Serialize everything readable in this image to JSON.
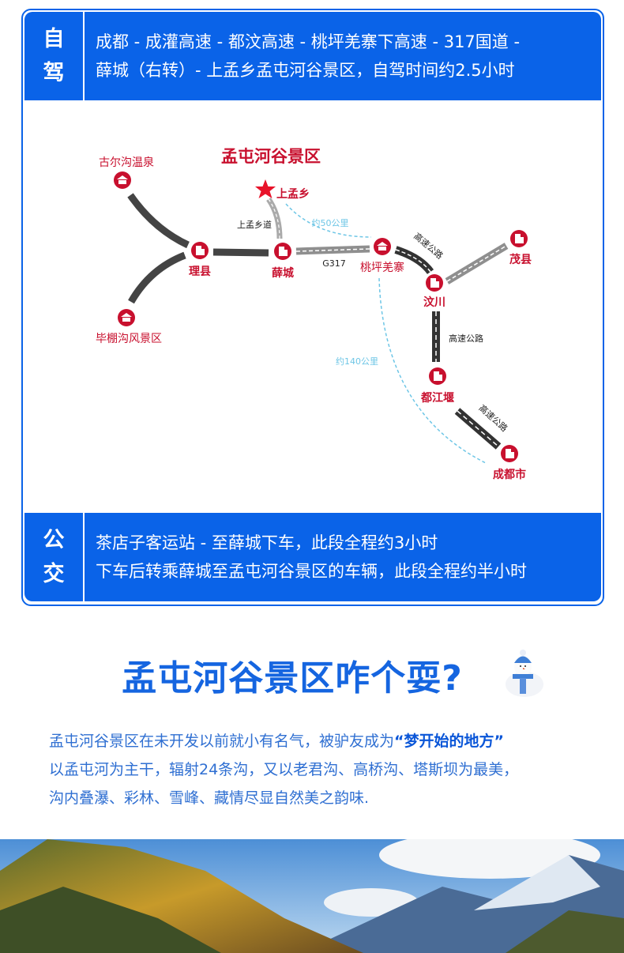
{
  "self_drive": {
    "label": [
      "自",
      "驾"
    ],
    "lines": [
      "成都 - 成灌高速 - 都汶高速 - 桃坪羌寨下高速 - 317国道  -",
      "薛城（右转）- 上孟乡孟屯河谷景区，自驾时间约2.5小时"
    ]
  },
  "map": {
    "title": "孟屯河谷景区",
    "places": {
      "guergou": "古尔沟温泉",
      "bipenggou": "毕棚沟风景区",
      "lixian": "理县",
      "xuecheng": "薛城",
      "shangmeng": "上孟乡",
      "taoping": "桃坪羌寨",
      "wenchuan": "汶川",
      "maoxian": "茂县",
      "dujiangyan": "都江堰",
      "chengdu": "成都市"
    },
    "roads": {
      "shangmeng_road": "上孟乡道",
      "g317": "G317",
      "hw1": "高速公路",
      "hw2": "高速公路",
      "hw3": "高速公路"
    },
    "distances": {
      "d50": "约50公里",
      "d140": "约140公里"
    },
    "colors": {
      "brand_blue": "#0a63e8",
      "place_red": "#c8102e",
      "road_dark": "#3a3a3a",
      "road_gray": "#9a9a9a",
      "distance_blue": "#6ec6e6"
    }
  },
  "bus": {
    "label": [
      "公",
      "交"
    ],
    "lines": [
      "茶店子客运站 - 至薛城下车，此段全程约3小时",
      "下车后转乘薛城至孟屯河谷景区的车辆，此段全程约半小时"
    ]
  },
  "section": {
    "heading": "孟屯河谷景区咋个耍?",
    "para1_pre": "孟屯河谷景区在未开发以前就小有名气，被驴友成为",
    "para1_quote": "“梦开始的地方”",
    "para2": "以孟屯河为主干，辐射24条沟，又以老君沟、高桥沟、塔斯坝为最美，",
    "para3": "沟内叠瀑、彩林、雪峰、藏情尽显自然美之韵味."
  }
}
